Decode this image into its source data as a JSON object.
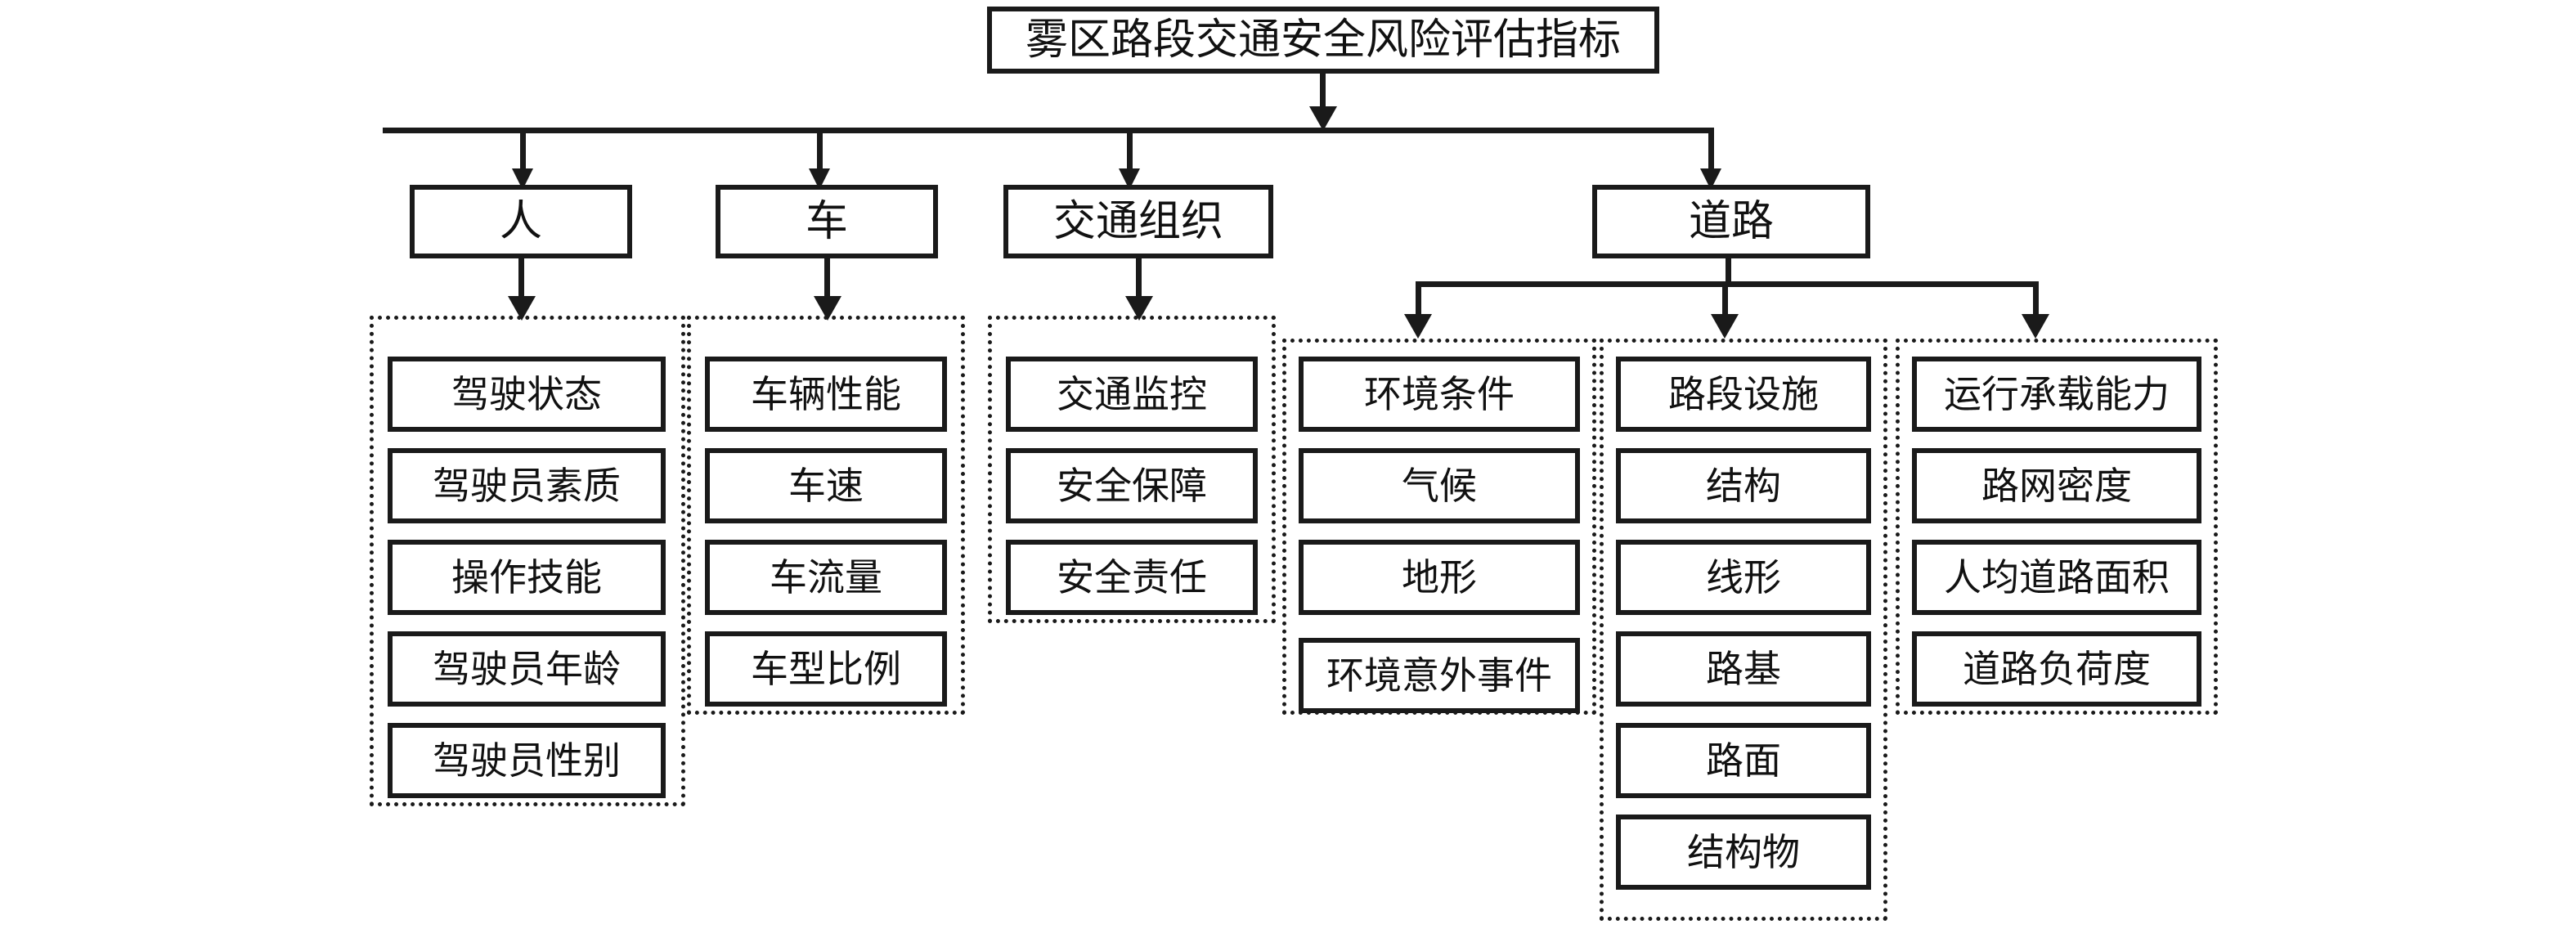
{
  "diagram": {
    "title": "雾区路段交通安全风险评估指标",
    "root_label": "雾区路段交通安全风险评估指标",
    "categories": [
      {
        "label": "人"
      },
      {
        "label": "车"
      },
      {
        "label": "交通组织"
      },
      {
        "label": "道路"
      }
    ],
    "groups": [
      {
        "name": "person",
        "parent": "人",
        "items": [
          "驾驶状态",
          "驾驶员素质",
          "操作技能",
          "驾驶员年龄",
          "驾驶员性别"
        ]
      },
      {
        "name": "vehicle",
        "parent": "车",
        "items": [
          "车辆性能",
          "车速",
          "车流量",
          "车型比例"
        ]
      },
      {
        "name": "traffic-organization",
        "parent": "交通组织",
        "items": [
          "交通监控",
          "安全保障",
          "安全责任"
        ]
      },
      {
        "name": "environment",
        "parent": "道路",
        "items": [
          "环境条件",
          "气候",
          "地形",
          "环境意外事件"
        ]
      },
      {
        "name": "road-section",
        "parent": "道路",
        "items": [
          "路段设施",
          "结构",
          "线形",
          "路基",
          "路面",
          "结构物"
        ]
      },
      {
        "name": "capacity",
        "parent": "道路",
        "items": [
          "运行承载能力",
          "路网密度",
          "人均道路面积",
          "道路负荷度"
        ]
      }
    ],
    "colors": {
      "line": "#1a1a1a",
      "box_border": "#1a1a1a",
      "background": "#ffffff",
      "text": "#111111"
    }
  }
}
